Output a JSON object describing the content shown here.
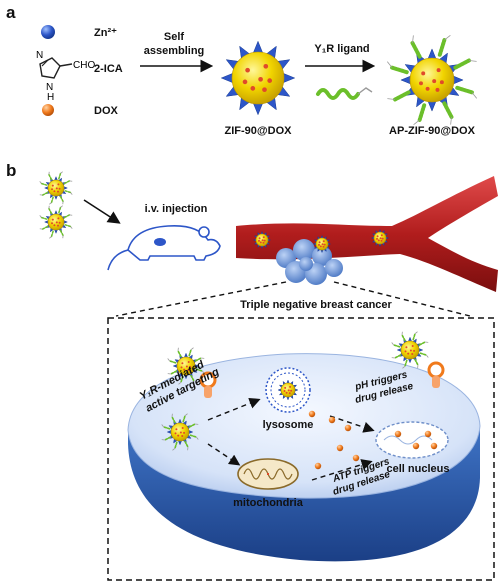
{
  "panel_a": {
    "letter": "a",
    "legend": [
      {
        "label": "Zn²⁺",
        "color": "#2d56c8"
      },
      {
        "label": "2-ICA",
        "color": "#333333"
      },
      {
        "label": "DOX",
        "color": "#f07a1c"
      }
    ],
    "ica_cho": "CHO",
    "ica_nh": "N\nH",
    "ica_n": "N",
    "arrow1_line1": "Self",
    "arrow1_line2": "assembling",
    "arrow2_label": "Y₁R ligand",
    "product1": "ZIF-90@DOX",
    "product2": "AP-ZIF-90@DOX"
  },
  "panel_b": {
    "letter": "b",
    "injection": "i.v. injection",
    "tumor": "Triple negative breast cancer",
    "targeting_line1": "Y₁R-mediated",
    "targeting_line2": "active targeting",
    "lysosome": "lysosome",
    "mitochondria": "mitochondria",
    "ph_line1": "pH triggers",
    "ph_line2": "drug release",
    "atp_line1": "ATP triggers",
    "atp_line2": "drug release",
    "nucleus": "cell nucleus"
  },
  "colors": {
    "zn": "#2d56c8",
    "dox": "#f07a1c",
    "core": "#f1d400",
    "vessel": "#b11d1d",
    "cell_top": "#dfe9fb",
    "cell_side": "#2f62b4",
    "ligand": "#6bbf2a"
  }
}
